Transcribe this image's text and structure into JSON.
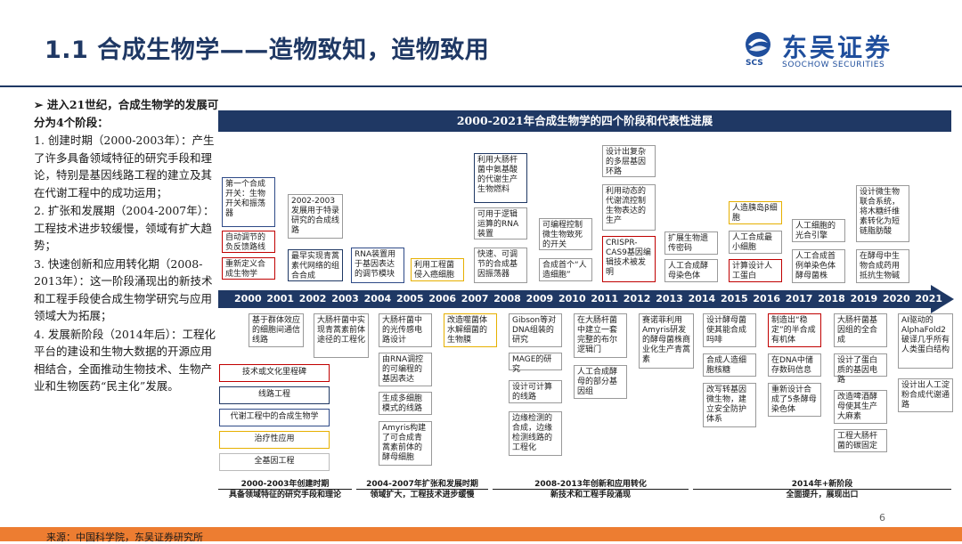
{
  "title": "1.1 合成生物学——造物致知，造物致用",
  "logo": {
    "cn": "东吴证券",
    "en": "SOOCHOW SECURITIES",
    "mark_text": "SCS"
  },
  "left": {
    "intro": "➢  进入21世纪，合成生物学的发展可分为4个阶段：",
    "items": [
      "1.   创建时期（2000-2003年）：产生了许多具备领域特征的研究手段和理论，特别是基因线路工程的建立及其在代谢工程中的成功运用；",
      "2.   扩张和发展期（2004-2007年）：工程技术进步较缓慢，领域有扩大趋势；",
      "3.   快速创新和应用转化期（2008-2013年）：这一阶段涌现出的新技术和工程手段使合成生物学研究与应用领域大为拓展；",
      "4.   发展新阶段（2014年后）：工程化平台的建设和生物大数据的开源应用相结合，全面推动生物技术、生物产业和生物医药“民主化”发展。"
    ]
  },
  "banner": "2000-2021年合成生物学的四个阶段和代表性进展",
  "years": [
    "2000",
    "2001",
    "2002",
    "2003",
    "2004",
    "2005",
    "2006",
    "2007",
    "2008",
    "2009",
    "2010",
    "2011",
    "2012",
    "2013",
    "2014",
    "2015",
    "2016",
    "2017",
    "2018",
    "2019",
    "2020",
    "2021"
  ],
  "top_boxes": [
    {
      "text": "第一个合成开关：生物开关和振荡器",
      "color": "navy"
    },
    {
      "text": "自动调节的负反馈路线",
      "color": "red"
    },
    {
      "text": "重新定义合成生物学",
      "color": "red"
    },
    {
      "text": "2002-2003发展用于特录研究的合成线路",
      "color": "gray"
    },
    {
      "text": "最早实现青蒿素代网络的组合合成",
      "color": "blue"
    },
    {
      "text": "RNA装置用于基因表达的调节模块",
      "color": "navy"
    },
    {
      "text": "利用工程菌侵入癌细胞",
      "color": "yellow"
    },
    {
      "text": "利用大肠杆菌中氨基酸的代谢生产生物燃料",
      "color": "blue"
    },
    {
      "text": "可用于逻辑运算的RNA装置",
      "color": "gray"
    },
    {
      "text": "快速、可调节的合成基因振荡器",
      "color": "gray"
    },
    {
      "text": "可编程控制微生物致死的开关",
      "color": "gray"
    },
    {
      "text": "合成首个“人造细胞”",
      "color": "gray"
    },
    {
      "text": "设计出复杂的多层基因环路",
      "color": "gray"
    },
    {
      "text": "利用动态的代谢流控制生物表达的生产",
      "color": "gray"
    },
    {
      "text": "CRISPR-CAS9基因编辑技术被发明",
      "color": "red"
    },
    {
      "text": "扩展生物遗传密码",
      "color": "gray"
    },
    {
      "text": "人工合成酵母染色体",
      "color": "gray"
    },
    {
      "text": "人造胰岛β细胞",
      "color": "yellow"
    },
    {
      "text": "人工合成最小细胞",
      "color": "gray"
    },
    {
      "text": "计算设计人工蛋白",
      "color": "red"
    },
    {
      "text": "人工细胞的光合引擎",
      "color": "gray"
    },
    {
      "text": "人工合成首例单染色体酵母菌株",
      "color": "gray"
    },
    {
      "text": "设计微生物联合系统，将木糖纤维素转化为短链脂肪酸",
      "color": "gray"
    },
    {
      "text": "在酵母中生物合成药用抵抗生物碱",
      "color": "gray"
    }
  ],
  "bottom_boxes": [
    {
      "text": "基于群体效应的细胞间通信线路",
      "color": "gray"
    },
    {
      "text": "大肠杆菌中实现青蒿素前体途径的工程化",
      "color": "gray"
    },
    {
      "text": "大肠杆菌中的光传感电路设计",
      "color": "gray"
    },
    {
      "text": "由RNA调控的可编程的基因表达",
      "color": "gray"
    },
    {
      "text": "生成多细胞模式的线路",
      "color": "gray"
    },
    {
      "text": "Amyris构建了可合成青蒿素前体的酵母细胞",
      "color": "gray"
    },
    {
      "text": "改造噬菌体水解细菌的生物膜",
      "color": "yellow"
    },
    {
      "text": "Gibson等对DNA组装的研究",
      "color": "gray"
    },
    {
      "text": "MAGE的研究",
      "color": "gray"
    },
    {
      "text": "设计可计算的线路",
      "color": "gray"
    },
    {
      "text": "边缘检测的合成，边缘检测线路的工程化",
      "color": "gray"
    },
    {
      "text": "在大肠杆菌中建立一套完整的布尔逻辑门",
      "color": "gray"
    },
    {
      "text": "人工合成酵母的部分基因组",
      "color": "gray"
    },
    {
      "text": "赛诺菲利用Amyris研发的酵母菌株商业化生产青蒿素",
      "color": "gray"
    },
    {
      "text": "设计酵母菌使其能合成吗啡",
      "color": "gray"
    },
    {
      "text": "合成人造细胞核糖",
      "color": "gray"
    },
    {
      "text": "改写转基因微生物，建立安全防护体系",
      "color": "gray"
    },
    {
      "text": "制造出“稳定”的半合成有机体",
      "color": "red"
    },
    {
      "text": "在DNA中储存数码信息",
      "color": "gray"
    },
    {
      "text": "重新设计合成了5条酵母染色体",
      "color": "gray"
    },
    {
      "text": "大肠杆菌基因组的全合成",
      "color": "gray"
    },
    {
      "text": "设计了蛋白质的基因电路",
      "color": "gray"
    },
    {
      "text": "改造啤酒酵母使其生产大麻素",
      "color": "gray"
    },
    {
      "text": "工程大肠杆菌的碳固定",
      "color": "gray"
    },
    {
      "text": "AI驱动的AlphaFold2破译几乎所有人类蛋白结构",
      "color": "gray"
    },
    {
      "text": "设计出人工淀粉合成代谢通路",
      "color": "gray"
    }
  ],
  "legend": [
    {
      "label": "技术或文化里程碑",
      "color": "red"
    },
    {
      "label": "线路工程",
      "color": "blue"
    },
    {
      "label": "代谢工程中的合成生物学",
      "color": "navy"
    },
    {
      "label": "治疗性应用",
      "color": "yellow"
    },
    {
      "label": "全基因工程",
      "color": "gray"
    }
  ],
  "phases": [
    {
      "line1": "2000-2003年创建时期",
      "line2": "具备领域特征的研究手段和理论"
    },
    {
      "line1": "2004-2007年扩张和发展时期",
      "line2": "领域扩大，工程技术进步缓慢"
    },
    {
      "line1": "2008-2013年创新和应用转化",
      "line2": "新技术和工程手段涌现"
    },
    {
      "line1": "2014年+新阶段",
      "line2": "全面提升，展现出口"
    }
  ],
  "page_number": "6",
  "source": "来源：中国科学院，东吴证券研究所"
}
